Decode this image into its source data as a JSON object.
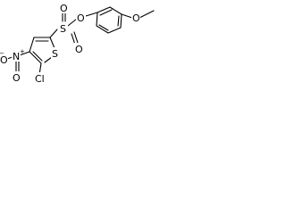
{
  "molecule": {
    "atoms": {
      "o_methoxy": "O",
      "o_ester": "O",
      "s_sulfonyl": "S",
      "o_sulfonyl_top": "O",
      "o_sulfonyl_bottom": "O",
      "s_thiophene": "S",
      "cl": "Cl",
      "n_nitro": "N",
      "n_charge": "+",
      "o_nitro_left": "O",
      "o_nitro_charge": "−",
      "o_nitro_bottom": "O"
    }
  },
  "colors": {
    "ink": "#000000",
    "background": "#ffffff"
  }
}
